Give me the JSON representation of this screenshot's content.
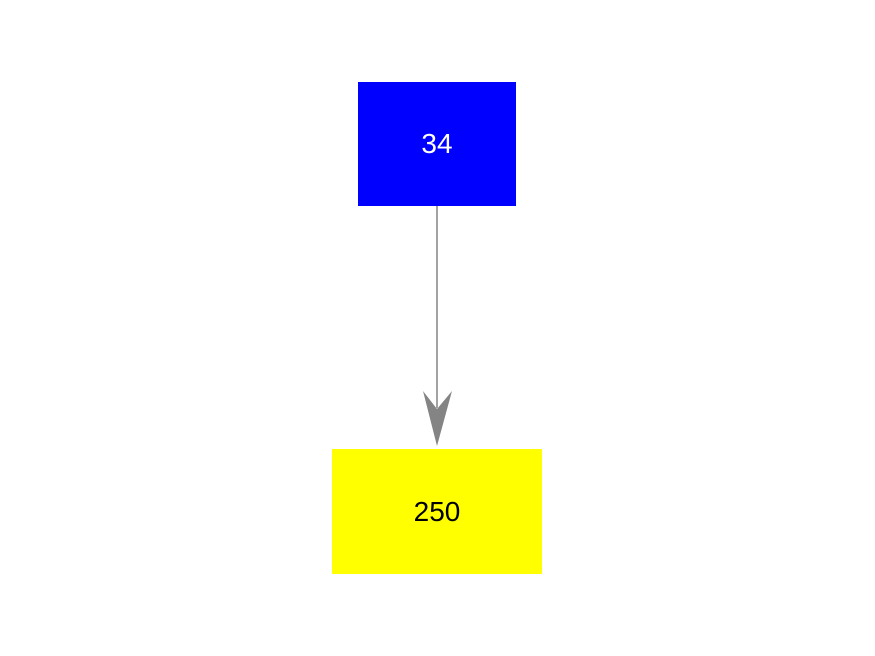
{
  "diagram": {
    "background_color": "#ffffff",
    "nodes": [
      {
        "id": "top",
        "label": "34",
        "fill_color": "#0000ff",
        "text_color": "#ffffff",
        "shape": "box"
      },
      {
        "id": "bottom",
        "label": "250",
        "fill_color": "#ffff00",
        "text_color": "#000000",
        "shape": "box"
      }
    ],
    "edges": [
      {
        "from": "34",
        "to": "250",
        "color": "#848484",
        "direction": "down",
        "arrowhead": "concave-vee"
      }
    ]
  }
}
